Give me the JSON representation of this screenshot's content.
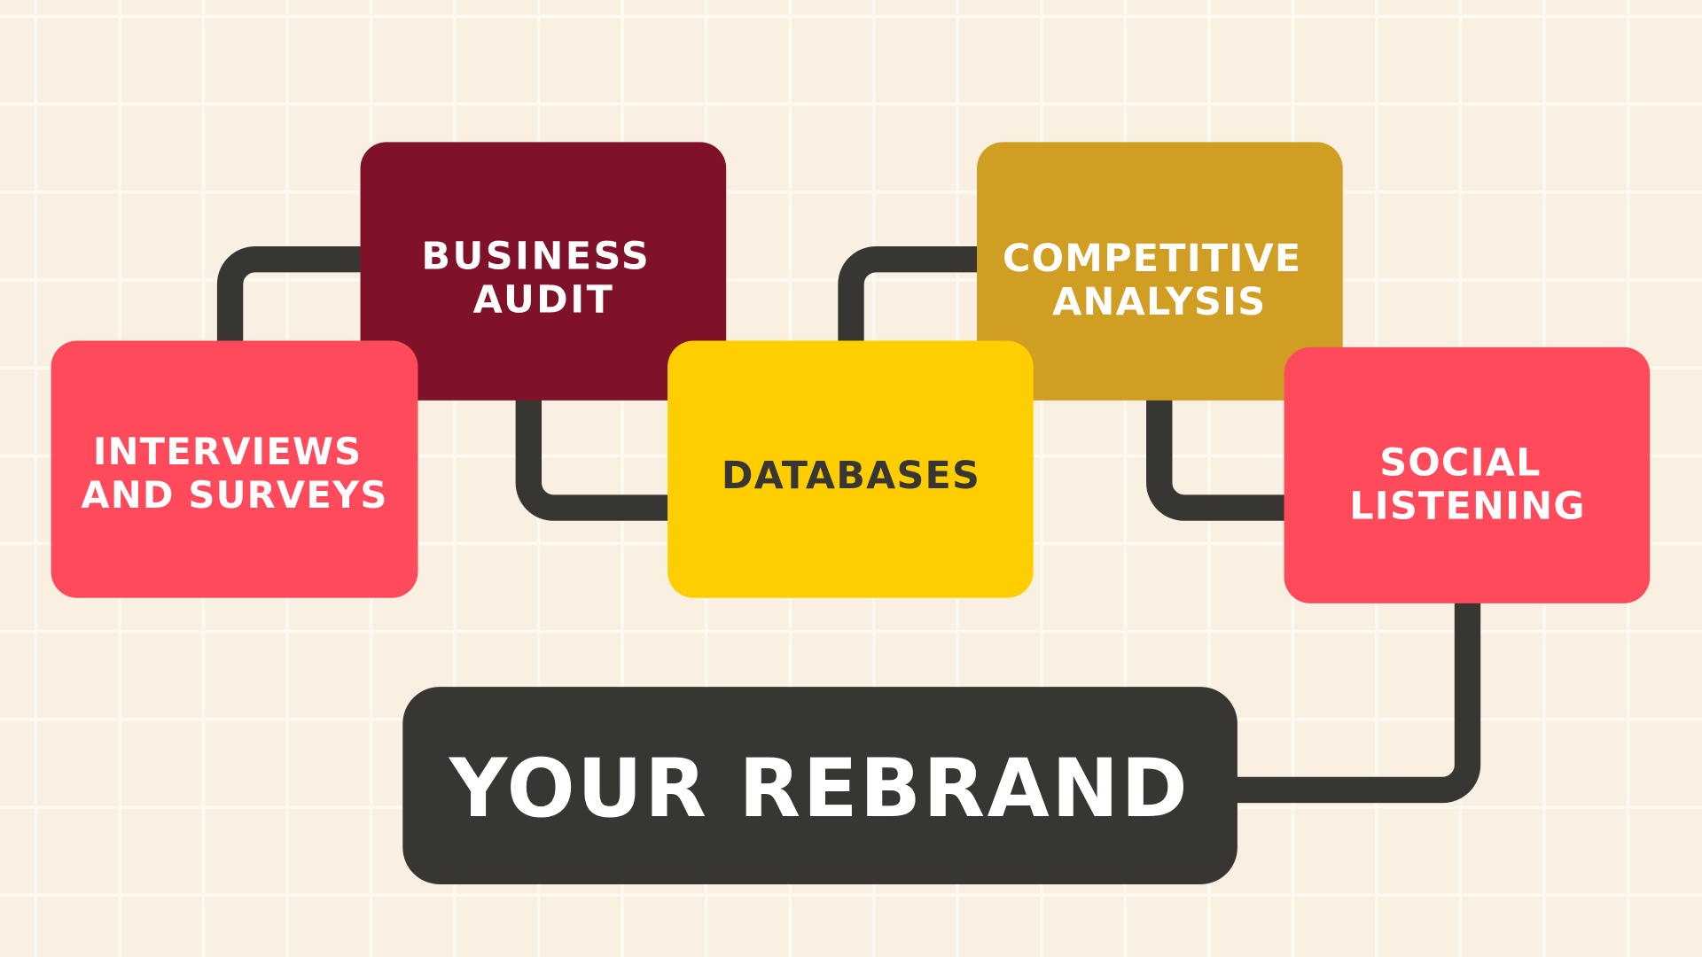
{
  "colors": {
    "background": "#F9F0E2",
    "grid": "#FDF8F0",
    "connector": "#383632",
    "interviews": "#FF4A5C",
    "business_audit": "#7F1228",
    "databases": "#FFCE00",
    "competitive": "#CF9E22",
    "social": "#FF4A5C",
    "rebrand": "#383632"
  },
  "nodes": {
    "interviews": {
      "line1": "INTERVIEWS",
      "line2": "AND SURVEYS"
    },
    "business_audit": {
      "line1": "BUSINESS",
      "line2": "AUDIT"
    },
    "databases": {
      "line1": "DATABASES"
    },
    "competitive": {
      "line1": "COMPETITIVE",
      "line2": "ANALYSIS"
    },
    "social": {
      "line1": "SOCIAL",
      "line2": "LISTENING"
    },
    "rebrand": {
      "line1": "YOUR REBRAND"
    }
  }
}
